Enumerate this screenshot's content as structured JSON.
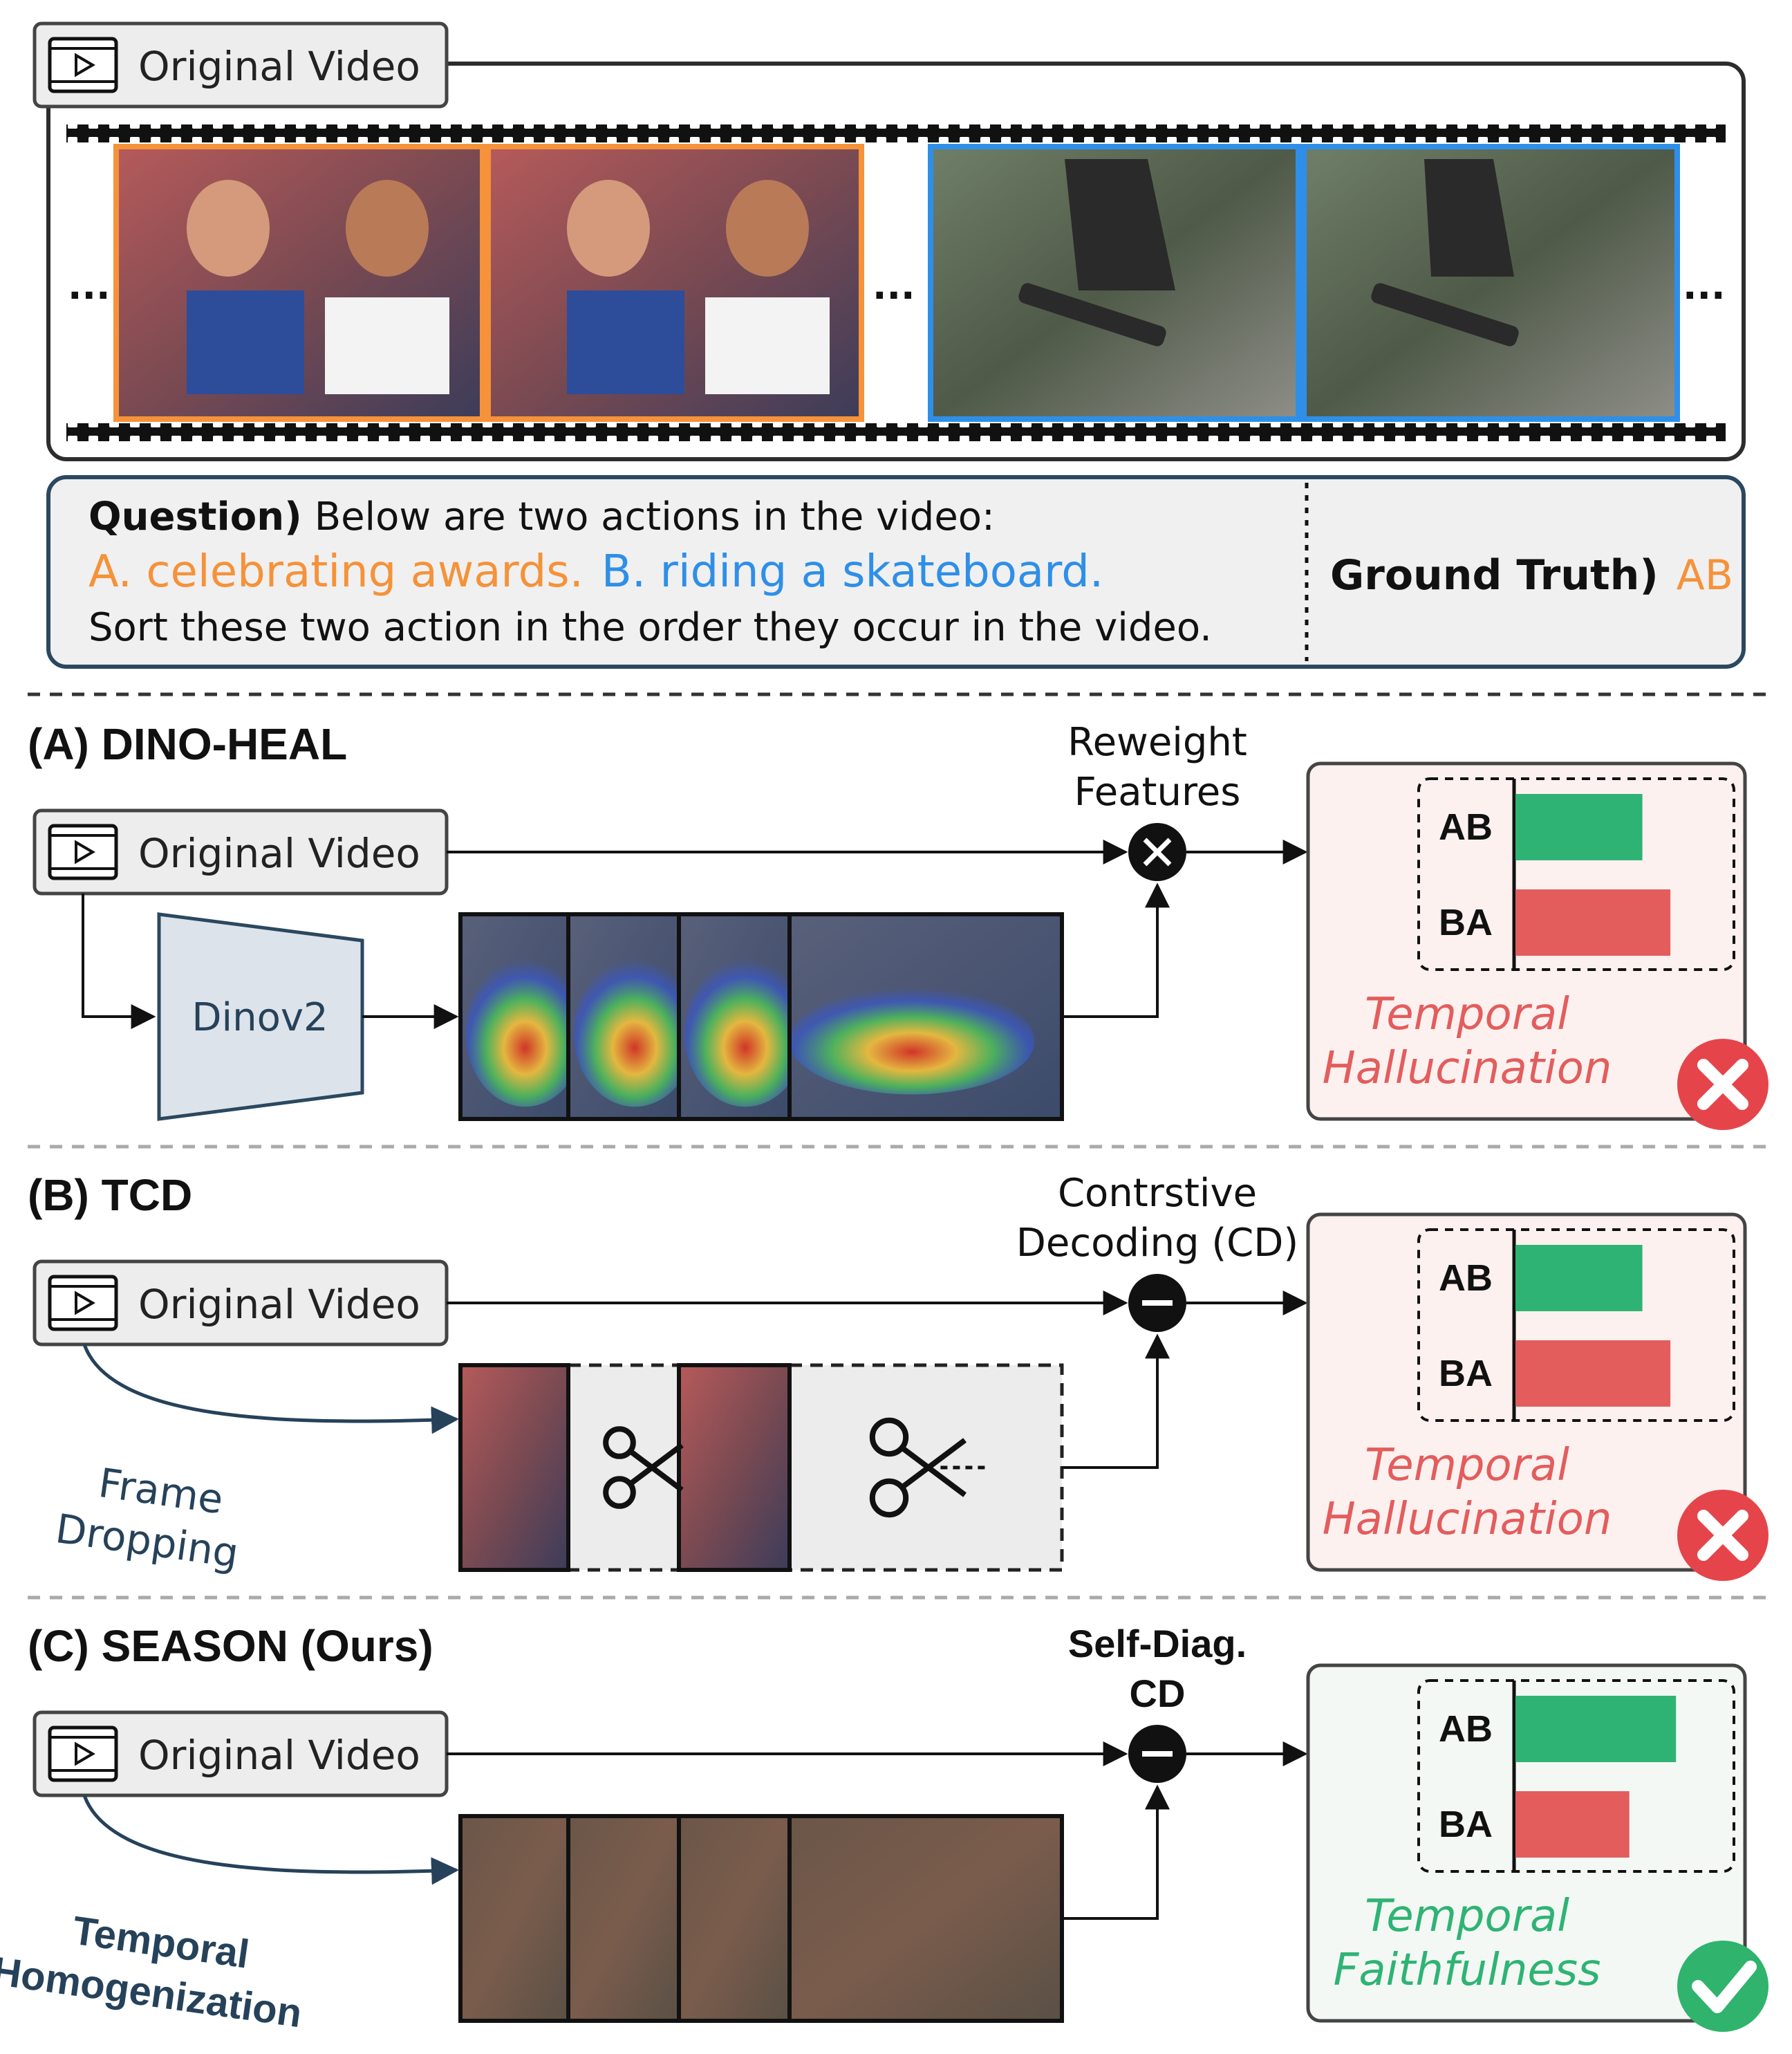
{
  "header": {
    "video_label": "Original Video"
  },
  "question": {
    "prefix": "Question)",
    "intro": "Below are two actions in the video:",
    "option_a": "A. celebrating awards.",
    "option_b": "B. riding a skateboard.",
    "instruction": "Sort these two action in the order they occur in the video.",
    "gt_label": "Ground Truth)",
    "gt_value": "AB"
  },
  "ellipsis": "...",
  "colors": {
    "orange": "#f5923a",
    "blue": "#2f8fe8",
    "green": "#2fb374",
    "red": "#e35d5d",
    "navy": "#26425a",
    "panel_bad": "#fdf1f0",
    "panel_good": "#f3f8f4"
  },
  "sections": [
    {
      "title": "(A) DINO-HEAL",
      "video_label": "Original Video",
      "module_label": "Dinov2",
      "op_label_line1": "Reweight",
      "op_label_line2": "Features",
      "op_symbol": "times-icon",
      "bar_labels": [
        "AB",
        "BA"
      ],
      "bar_values": [
        0.68,
        0.83
      ],
      "result_line1": "Temporal",
      "result_line2": "Hallucination",
      "verdict": "wrong"
    },
    {
      "title": "(B) TCD",
      "video_label": "Original Video",
      "path_label_line1": "Frame",
      "path_label_line2": "Dropping",
      "op_label_line1": "Contrstive",
      "op_label_line2": "Decoding (CD)",
      "op_symbol": "minus-icon",
      "bar_labels": [
        "AB",
        "BA"
      ],
      "bar_values": [
        0.68,
        0.83
      ],
      "result_line1": "Temporal",
      "result_line2": "Hallucination",
      "verdict": "wrong"
    },
    {
      "title": "(C) SEASON (Ours)",
      "video_label": "Original Video",
      "path_label_line1": "Temporal",
      "path_label_line2": "Homogenization",
      "op_label_line1": "Self-Diag.",
      "op_label_line2": "CD",
      "op_symbol": "minus-icon",
      "bar_labels": [
        "AB",
        "BA"
      ],
      "bar_values": [
        0.86,
        0.61
      ],
      "result_line1": "Temporal",
      "result_line2": "Faithfulness",
      "verdict": "correct"
    }
  ]
}
